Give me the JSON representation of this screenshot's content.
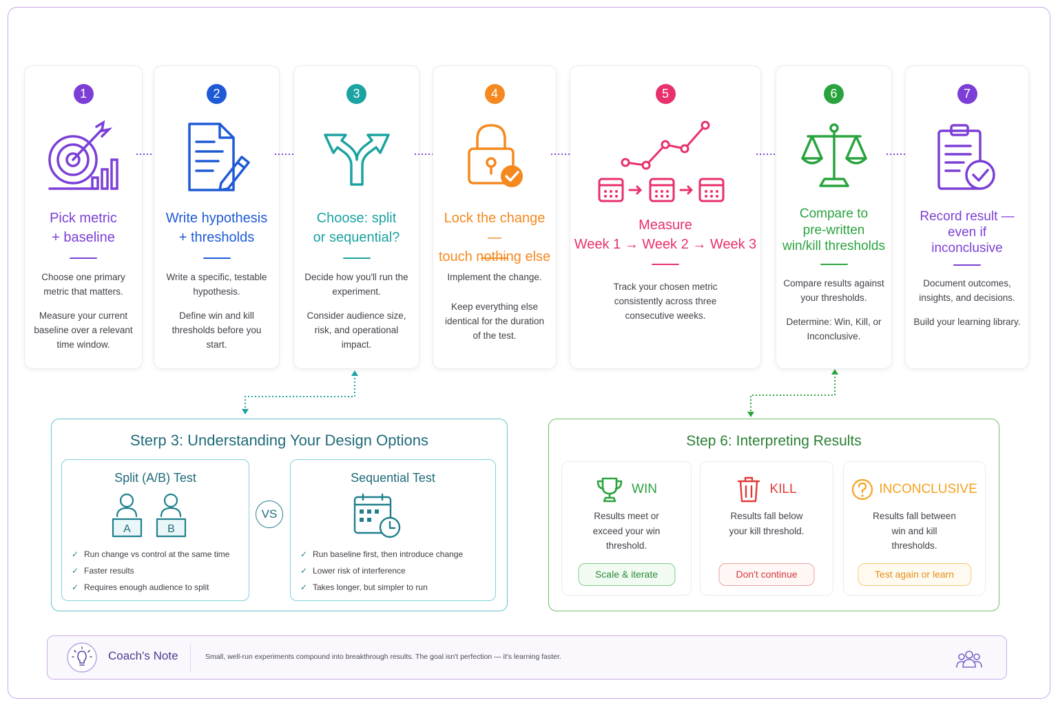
{
  "colors": {
    "purple": "#7b3fd6",
    "blue": "#1f5ad6",
    "teal": "#1aa3a0",
    "orange": "#f5891f",
    "pink": "#e8306a",
    "green": "#2aa33e",
    "violet": "#7b3fd6"
  },
  "steps": [
    {
      "number": "1",
      "title": [
        "Pick metric",
        "+ baseline"
      ],
      "paragraphs": [
        "Choose one primary metric that matters.",
        "Measure your current baseline over a relevant time window."
      ],
      "icon": "target-chart-icon"
    },
    {
      "number": "2",
      "title": [
        "Write hypothesis",
        "+ thresholds"
      ],
      "paragraphs": [
        "Write a specific, testable hypothesis.",
        "Define win and kill thresholds before you start."
      ],
      "icon": "document-pencil-icon"
    },
    {
      "number": "3",
      "title": [
        "Choose: split",
        "or sequential?"
      ],
      "paragraphs": [
        "Decide how you'll run the experiment.",
        "Consider audience size, risk, and operational impact."
      ],
      "icon": "split-arrow-icon"
    },
    {
      "number": "4",
      "title": [
        "Lock the change —",
        "touch nothing else"
      ],
      "paragraphs": [
        "Implement the change.",
        "Keep everything else identical for the duration of the test."
      ],
      "icon": "padlock-check-icon"
    },
    {
      "number": "5",
      "title": [
        "Measure",
        "Week 1 → Week 2 → Week 3"
      ],
      "paragraphs": [
        "Track your chosen metric consistently across three consecutive weeks."
      ],
      "icon": "trend-calendar-icon"
    },
    {
      "number": "6",
      "title": [
        "Compare to",
        "pre-written",
        "win/kill thresholds"
      ],
      "paragraphs": [
        "Compare results against your thresholds.",
        "Determine: Win, Kill, or Inconclusive."
      ],
      "icon": "balance-scale-icon"
    },
    {
      "number": "7",
      "title": [
        "Record result —",
        "even if",
        "inconclusive"
      ],
      "paragraphs": [
        "Document outcomes, insights, and decisions.",
        "Build your learning library."
      ],
      "icon": "clipboard-check-icon"
    }
  ],
  "step3_panel": {
    "title": "Sterp 3: Understanding Your Design Options",
    "vs": "VS",
    "split": {
      "title": "Split (A/B) Test",
      "label_a": "A",
      "label_b": "B",
      "checks": [
        "Run change vs control at the same time",
        "Faster results",
        "Requires enough audience to split"
      ]
    },
    "sequential": {
      "title": "Sequential Test",
      "checks": [
        "Run baseline first,  then introduce change",
        "Lower risk of interference",
        "Takes longer, but simpler to run"
      ]
    }
  },
  "step6_panel": {
    "title_prefix": "Step 6:",
    "title_rest": "Interpreting Results",
    "results": [
      {
        "label": "WIN",
        "text": "Results meet or exceed your win threshold.",
        "button": "Scale & iterate",
        "icon": "trophy-icon",
        "color": "#2aa33e"
      },
      {
        "label": "KILL",
        "text": "Results fall below your kill threshold.",
        "button": "Don't continue",
        "icon": "trash-icon",
        "color": "#e03a3a"
      },
      {
        "label": "INCONCLUSIVE",
        "text": "Results fall between win and kill thresholds.",
        "button": "Test again or learn",
        "icon": "question-icon",
        "color": "#f5a21f"
      }
    ]
  },
  "coach": {
    "title": "Coach's Note",
    "text": "Small, well-run experiments compound into breakthrough results. The goal isn't perfection — it's learning faster."
  }
}
